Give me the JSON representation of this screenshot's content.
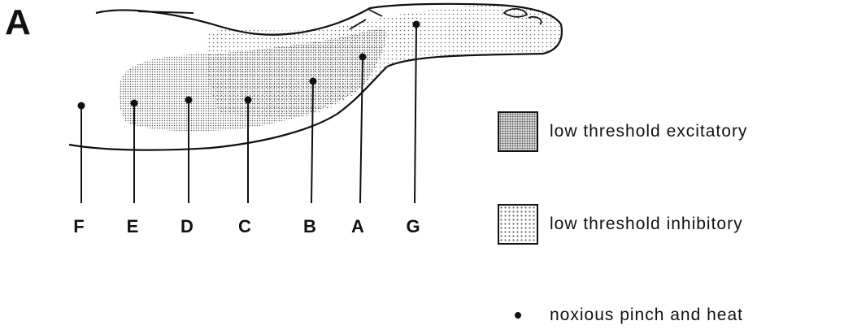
{
  "panel_label": "A",
  "sites": [
    {
      "label": "F"
    },
    {
      "label": "E"
    },
    {
      "label": "D"
    },
    {
      "label": "C"
    },
    {
      "label": "B"
    },
    {
      "label": "A"
    },
    {
      "label": "G"
    }
  ],
  "legend": {
    "excitatory": "low threshold excitatory",
    "inhibitory": "low threshold inhibitory",
    "noxious": "noxious pinch and heat"
  }
}
